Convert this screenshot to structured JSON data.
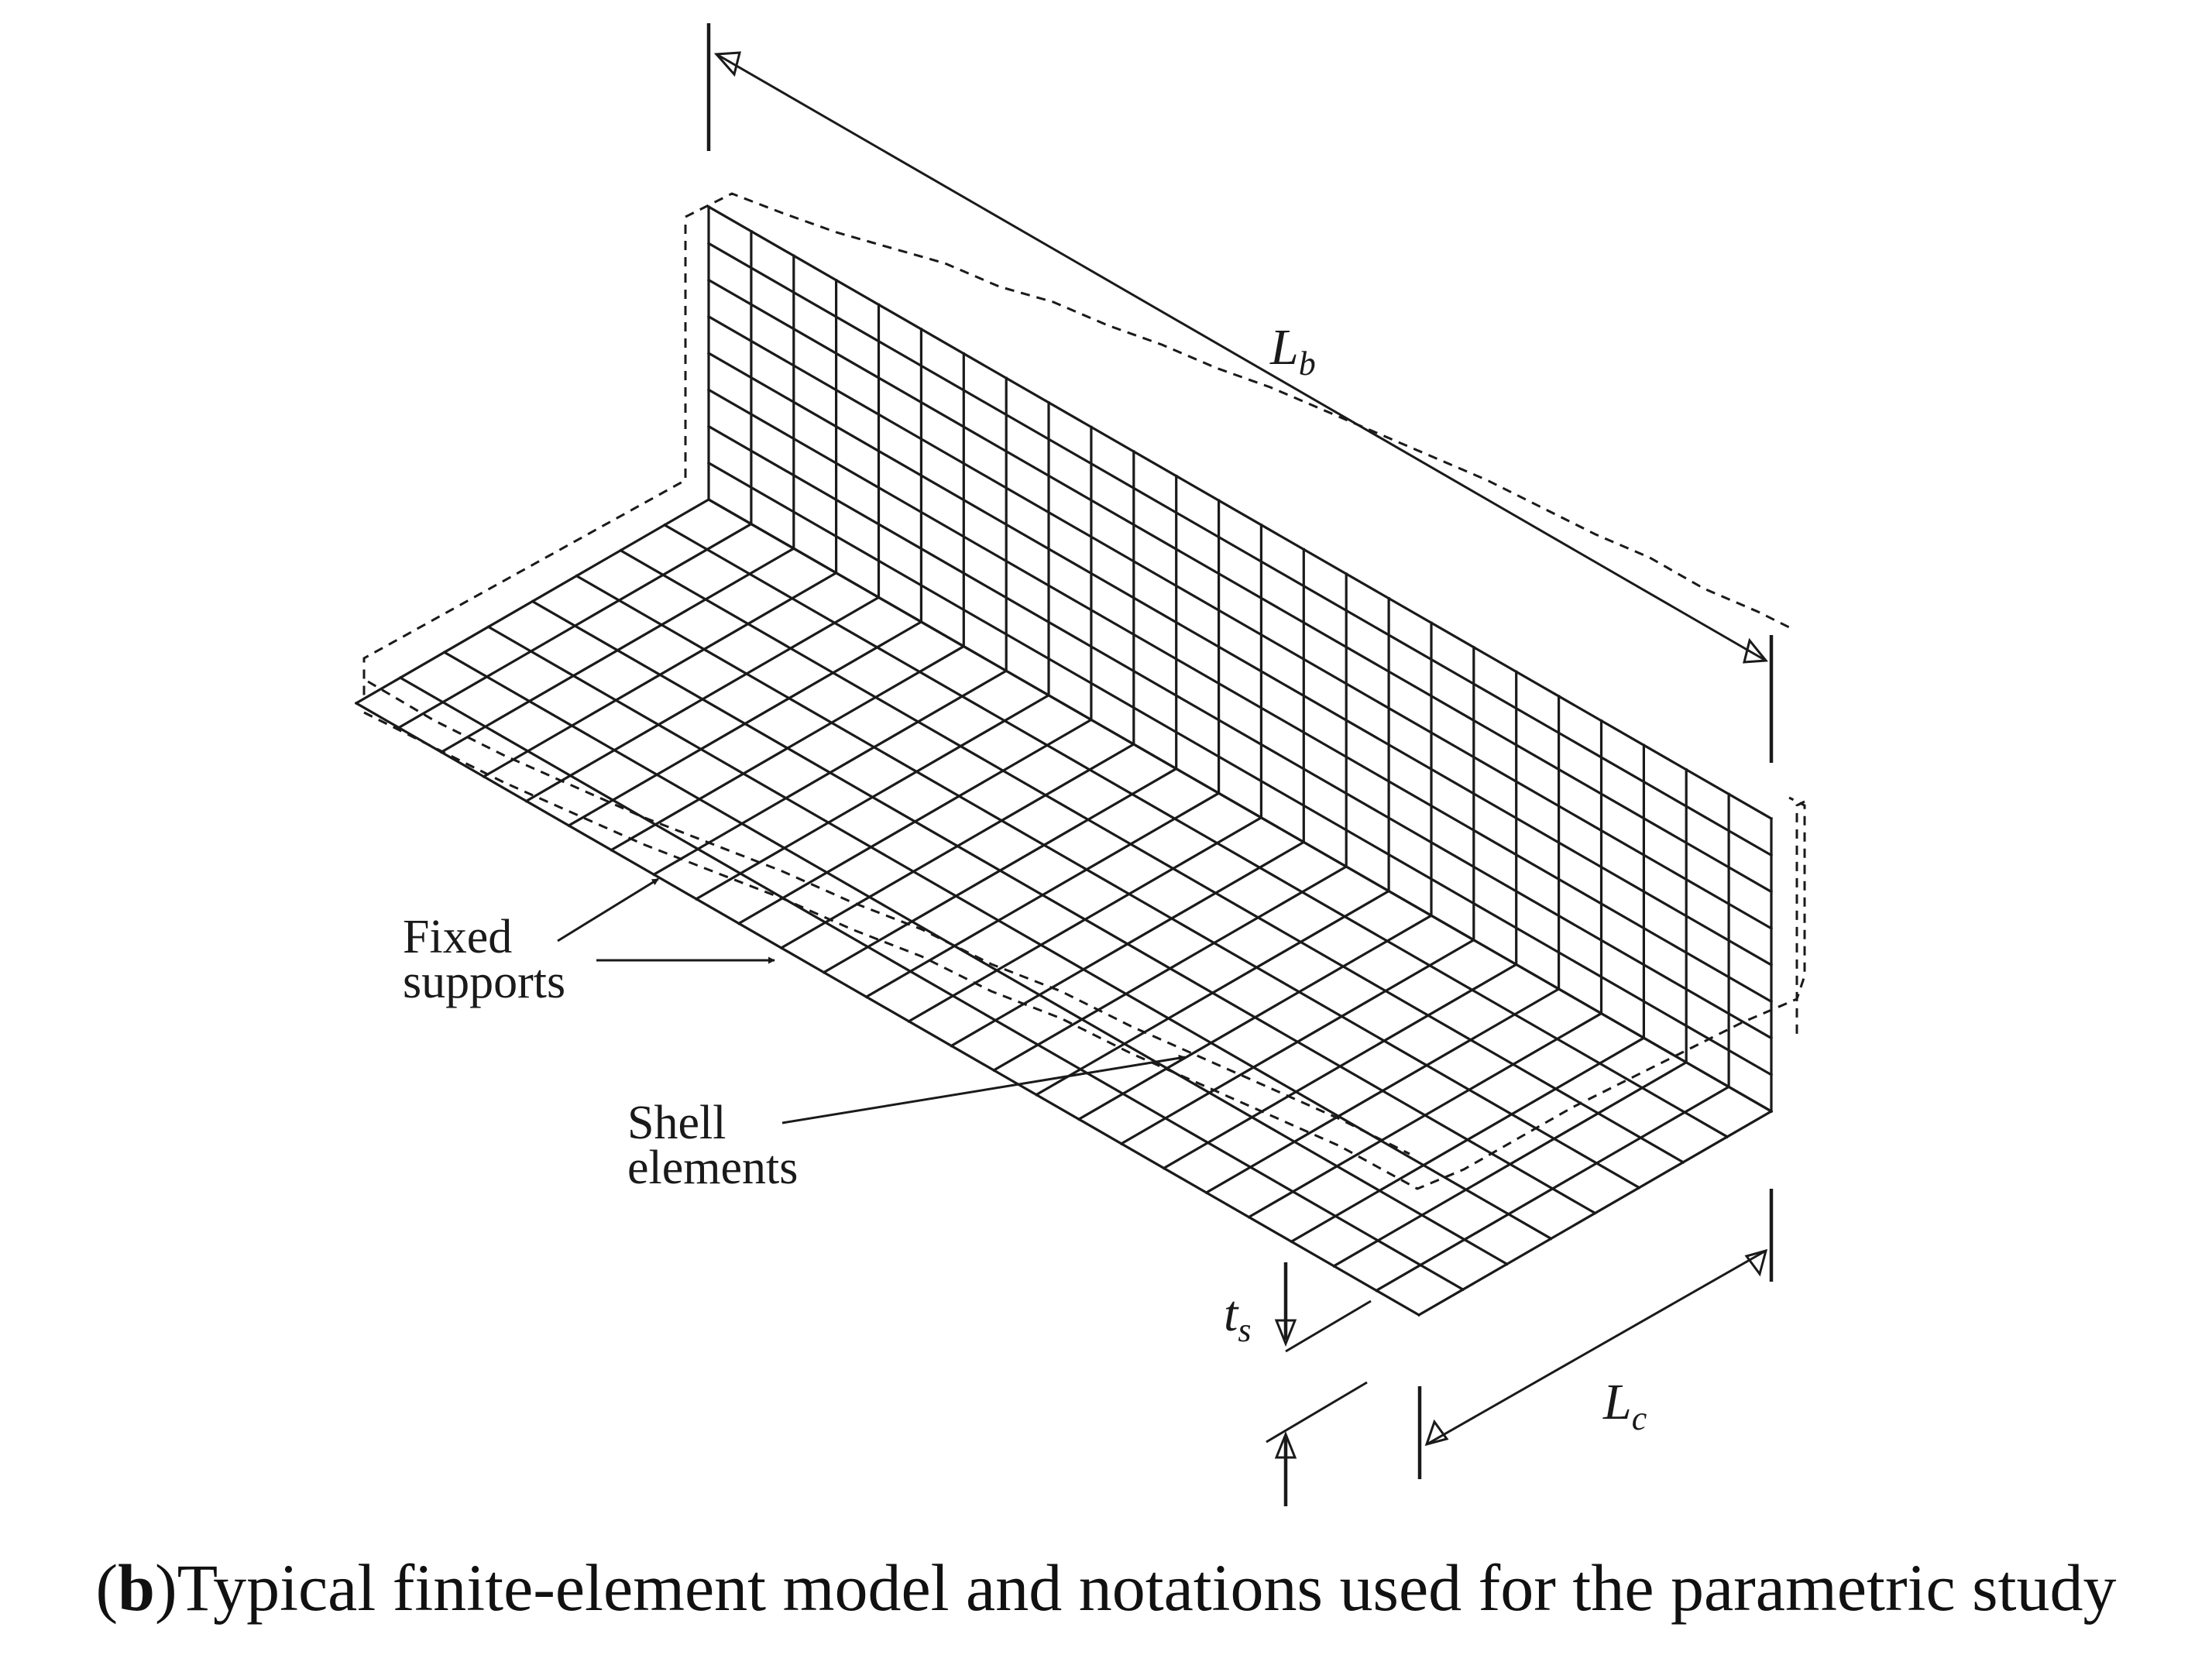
{
  "caption": {
    "panel_letter": "b",
    "text": "Typical finite-element model and notations used for the parametric study"
  },
  "labels": {
    "beam_length": {
      "symbol": "L",
      "subscript": "b"
    },
    "cantilever_length": {
      "symbol": "L",
      "subscript": "c"
    },
    "slab_thickness": {
      "symbol": "t",
      "subscript": "s"
    },
    "fixed_supports": [
      "Fixed",
      "supports"
    ],
    "shell_elements": [
      "Shell",
      "elements"
    ]
  }
}
